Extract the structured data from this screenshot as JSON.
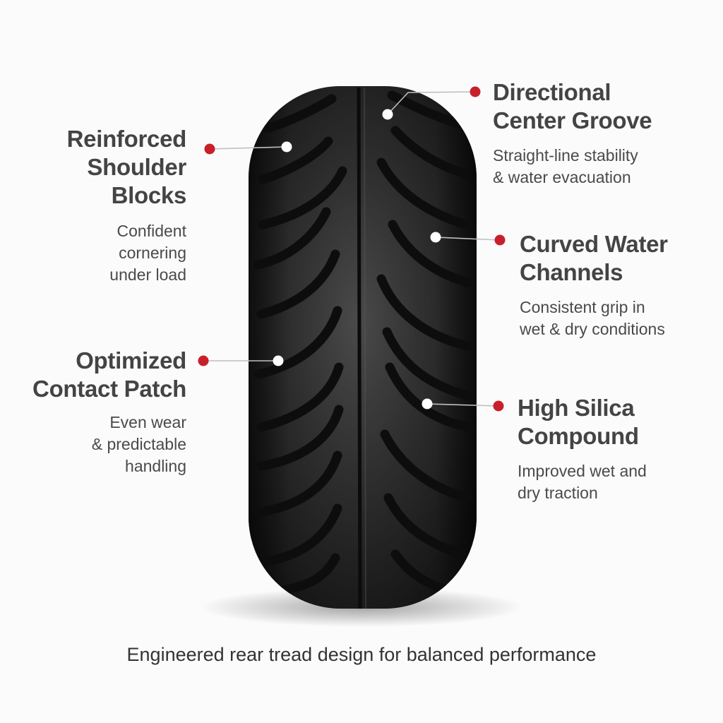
{
  "colors": {
    "background": "#fbfbfb",
    "tire_rubber": "#2a2a2a",
    "groove": "#0d0d0d",
    "callout_dot": "#c8202a",
    "leader_line": "#bfbfbf",
    "heading_text": "#444444",
    "body_text": "#4a4a4a"
  },
  "tire": {
    "icon": "motorcycle-rear-tire-icon",
    "view": "front-facing tread"
  },
  "callouts": [
    {
      "id": "reinforced-shoulder-blocks",
      "side": "left",
      "title": [
        "Reinforced",
        "Shoulder",
        "Blocks"
      ],
      "description": [
        "Confident",
        "cornering",
        "under load"
      ]
    },
    {
      "id": "optimized-contact-patch",
      "side": "left",
      "title": [
        "Optimized",
        "Contact Patch"
      ],
      "description": [
        "Even wear",
        "& predictable",
        "handling"
      ]
    },
    {
      "id": "directional-center-groove",
      "side": "right",
      "title": [
        "Directional",
        "Center Groove"
      ],
      "description": [
        "Straight-line stability",
        "& water evacuation"
      ]
    },
    {
      "id": "curved-water-channels",
      "side": "right",
      "title": [
        "Curved Water",
        "Channels"
      ],
      "description": [
        "Consistent grip in",
        "wet & dry conditions"
      ]
    },
    {
      "id": "high-silica-compound",
      "side": "right",
      "title": [
        "High Silica",
        "Compound"
      ],
      "description": [
        "Improved wet and",
        "dry traction"
      ]
    }
  ],
  "caption": "Engineered rear tread design for balanced performance"
}
